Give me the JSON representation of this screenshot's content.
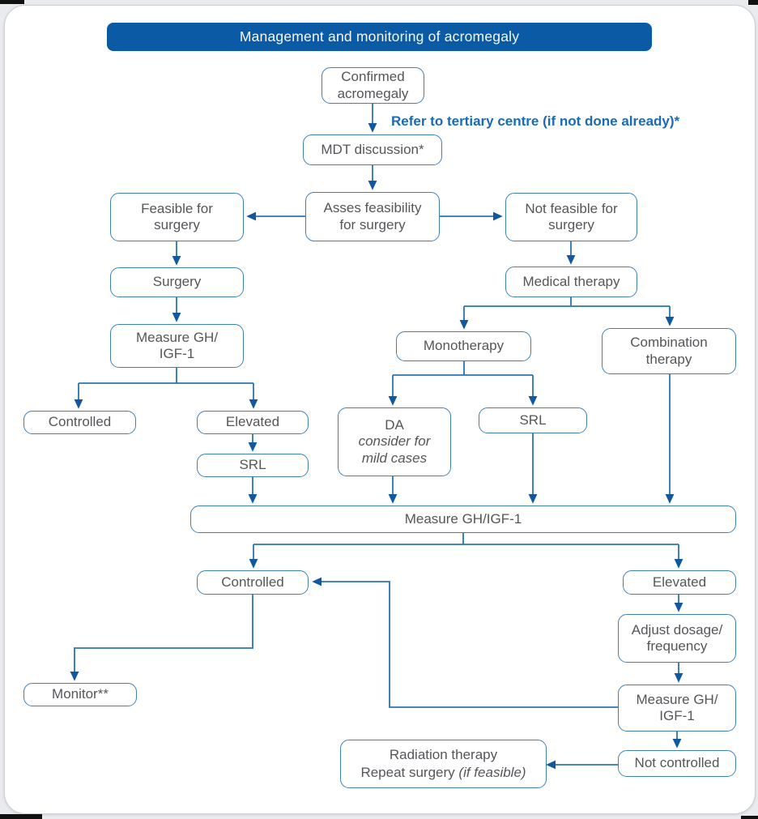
{
  "header": {
    "title": "Management and monitoring of acromegaly"
  },
  "annotations": {
    "refer_note": "Refer to tertiary centre (if not done already)*"
  },
  "nodes": {
    "confirmed": "Confirmed\nacromegaly",
    "mdt": "MDT discussion*",
    "assess_feasibility": "Asses feasibility\nfor surgery",
    "feasible": "Feasible for\nsurgery",
    "not_feasible": "Not feasible for\nsurgery",
    "surgery": "Surgery",
    "measure_gh_igf1_surgical": "Measure GH/\nIGF-1",
    "controlled_post_surgery": "Controlled",
    "elevated_post_surgery": "Elevated",
    "srl_post_surgery": "SRL",
    "medical_therapy": "Medical therapy",
    "monotherapy": "Monotherapy",
    "combination_therapy": "Combination\ntherapy",
    "da_title": "DA",
    "da_note": "consider for\nmild cases",
    "srl_monotherapy": "SRL",
    "measure_gh_igf1_all": "Measure GH/IGF-1",
    "controlled_on_therapy": "Controlled",
    "elevated_on_therapy": "Elevated",
    "adjust_dosage": "Adjust dosage/\nfrequency",
    "measure_gh_igf1_followup": "Measure GH/\nIGF-1",
    "monitor": "Monitor**",
    "not_controlled": "Not controlled",
    "radiation_line1": "Radiation therapy",
    "radiation_line2": "Repeat surgery",
    "radiation_line2_italic": "(if feasible)"
  },
  "colors": {
    "title_bar_bg": "#0b5aa5",
    "title_text": "#f4f8fb",
    "box_border": "#3e80ba",
    "box_text": "#55565a",
    "connector_line": "#2a74b2",
    "arrowhead": "#11589f",
    "refer_note_text": "#1a6ab5"
  }
}
